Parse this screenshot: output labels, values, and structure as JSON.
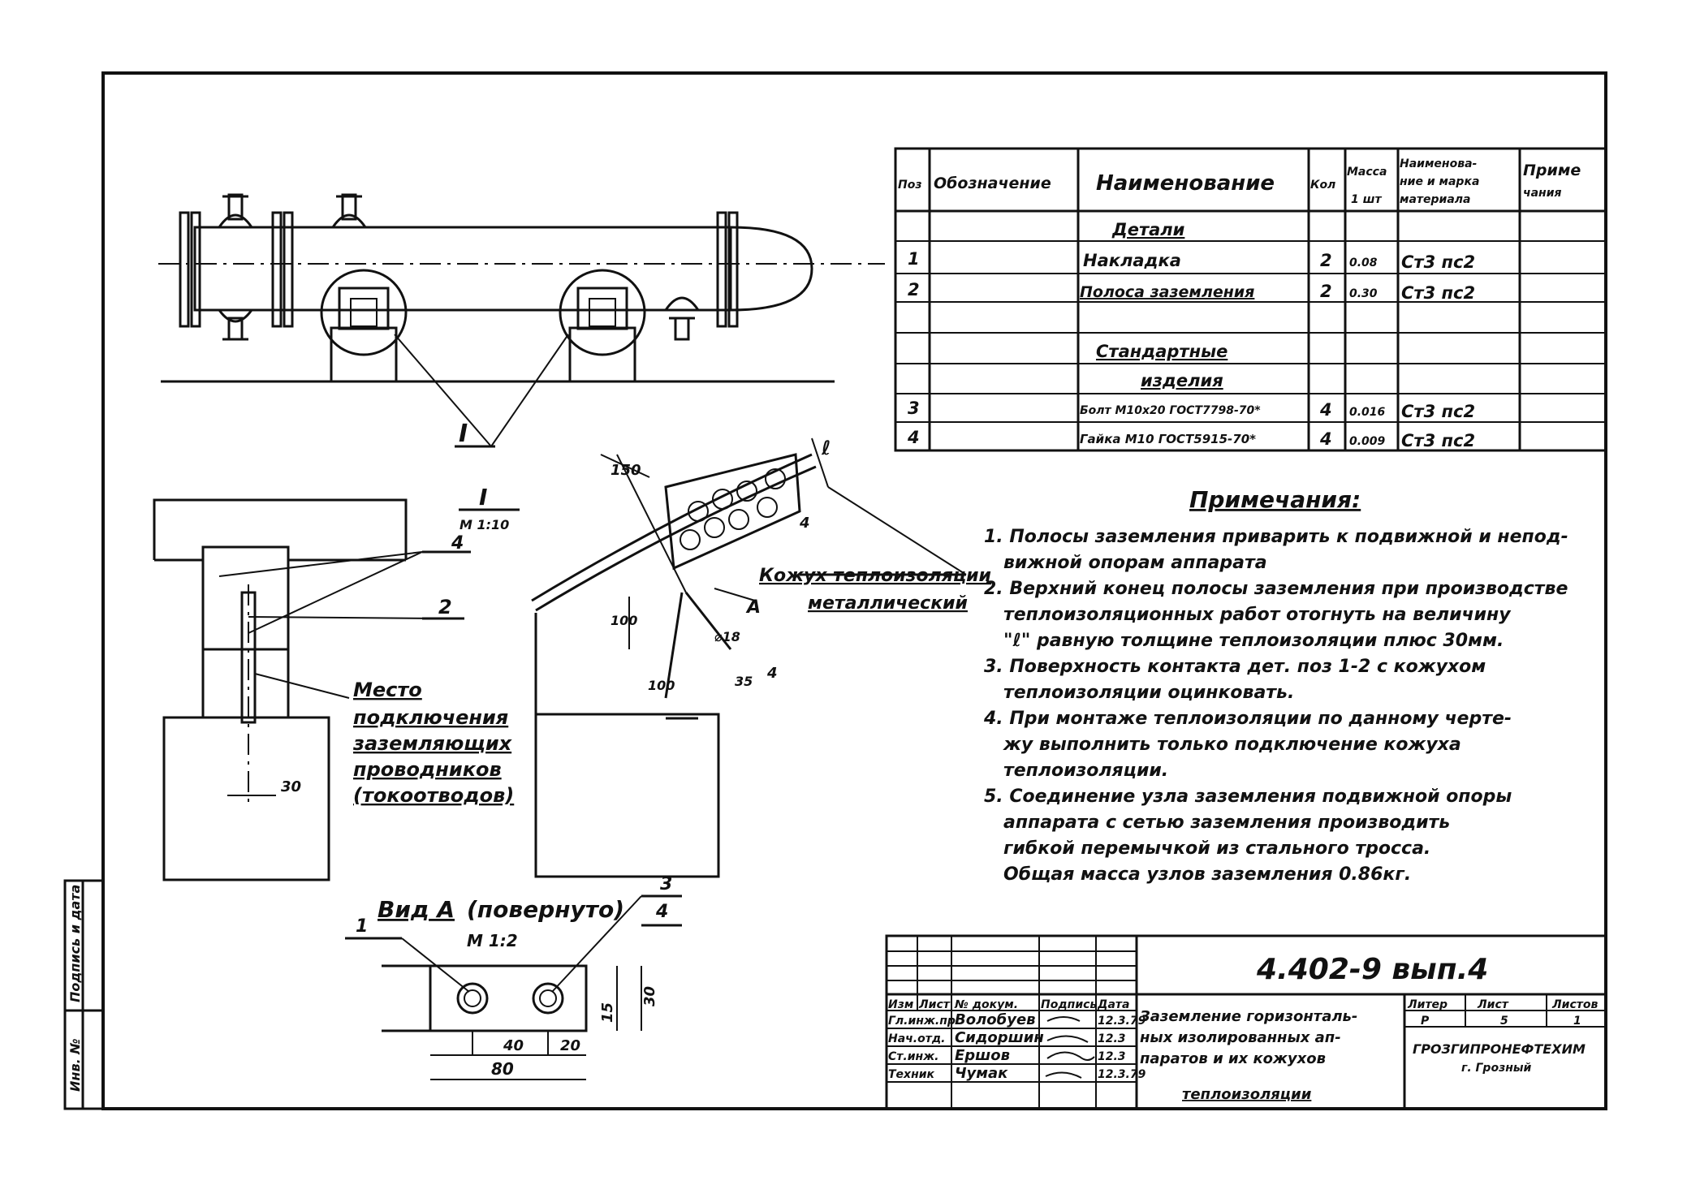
{
  "spec_table": {
    "headers": {
      "pos": "Поз",
      "designation": "Обозначение",
      "name": "Наименование",
      "qty": "Кол",
      "mass_1": "Масса",
      "mass_2": "1 шт",
      "material_1": "Наименова-",
      "material_2": "ние и марка",
      "material_3": "материала",
      "notes_1": "Приме",
      "notes_2": "чания"
    },
    "section_details": "Детали",
    "section_standard_1": "Стандартные",
    "section_standard_2": "изделия",
    "rows": [
      {
        "pos": "1",
        "name": "Накладка",
        "qty": "2",
        "mass": "0.08",
        "material": "Ст3 пс2"
      },
      {
        "pos": "2",
        "name": "Полоса заземления",
        "qty": "2",
        "mass": "0.30",
        "material": "Ст3 пс2"
      },
      {
        "pos": "3",
        "name": "Болт М10х20 ГОСТ7798-70*",
        "qty": "4",
        "mass": "0.016",
        "material": "Ст3 пс2"
      },
      {
        "pos": "4",
        "name": "Гайка М10 ГОСТ5915-70*",
        "qty": "4",
        "mass": "0.009",
        "material": "Ст3 пс2"
      }
    ]
  },
  "notes": {
    "title": "Примечания:",
    "lines": [
      "1. Полосы заземления приварить к подвижной и непод-",
      "вижной опорам аппарата",
      "2. Верхний конец полосы заземления при производстве",
      "теплоизоляционных работ отогнуть на величину",
      "\"ℓ\" равную толщине теплоизоляции плюс 30мм.",
      "3. Поверхность контакта дет. поз 1-2 с кожухом",
      "теплоизоляции оцинковать.",
      "4. При монтаже теплоизоляции по данному черте-",
      "жу выполнить только подключение кожуха",
      "теплоизоляции.",
      "5. Соединение узла заземления подвижной опоры",
      "аппарата с сетью заземления производить",
      "гибкой перемычкой из стального тросса.",
      "Общая масса узлов заземления 0.86кг."
    ]
  },
  "drawing": {
    "callout_I": "I",
    "detail_I_title": "I",
    "detail_I_scale": "М 1:10",
    "leader_2": "2",
    "leader_4": "4",
    "place_label": [
      "Место",
      "подключения",
      "заземляющих",
      "проводников",
      "(токоотводов)"
    ],
    "dim_30": "30",
    "dim_150": "150",
    "dim_100": "100",
    "dim_100b": "100",
    "dim_18": "⌀18",
    "dim_35": "35",
    "dim_4": "4",
    "dim_l": "ℓ",
    "arrow_A": "А",
    "casing_label_1": "Кожух теплоизоляции",
    "casing_label_2": "металлический",
    "view_A_title": "Вид А",
    "view_A_rotated": "(повернуто)",
    "view_A_scale": "М 1:2",
    "view_leader_1": "1",
    "view_leader_3": "3",
    "view_leader_4": "4",
    "view_dim_40": "40",
    "view_dim_20": "20",
    "view_dim_80": "80",
    "view_dim_15": "15",
    "view_dim_30": "30"
  },
  "side_stamp": {
    "inv_no": "Инв. №",
    "sign_date": "Подпись и дата"
  },
  "title_block": {
    "doc_code": "4.402-9 вып.4",
    "title_lines": [
      "Заземление горизонталь-",
      "ных изолированных ап-",
      "паратов и их кожухов",
      "теплоизоляции"
    ],
    "col_headers": [
      "Изм",
      "Лист",
      "№ докум.",
      "Подпись",
      "Дата"
    ],
    "staff": [
      {
        "role": "Гл.инж.пр",
        "name": "Волобуев",
        "date": "12.3.79"
      },
      {
        "role": "Нач.отд.",
        "name": "Сидоршин",
        "date": "12.3"
      },
      {
        "role": "Ст.инж.",
        "name": "Ершов",
        "date": "12.3"
      },
      {
        "role": "Техник",
        "name": "Чумак",
        "date": "12.3.79"
      }
    ],
    "stage_label": "Литер",
    "sheet_label": "Лист",
    "sheets_label": "Листов",
    "stage": "Р",
    "sheet": "5",
    "sheets": "1",
    "org_1": "ГРОЗГИПРОНЕФТЕХИМ",
    "org_2": "г. Грозный"
  }
}
